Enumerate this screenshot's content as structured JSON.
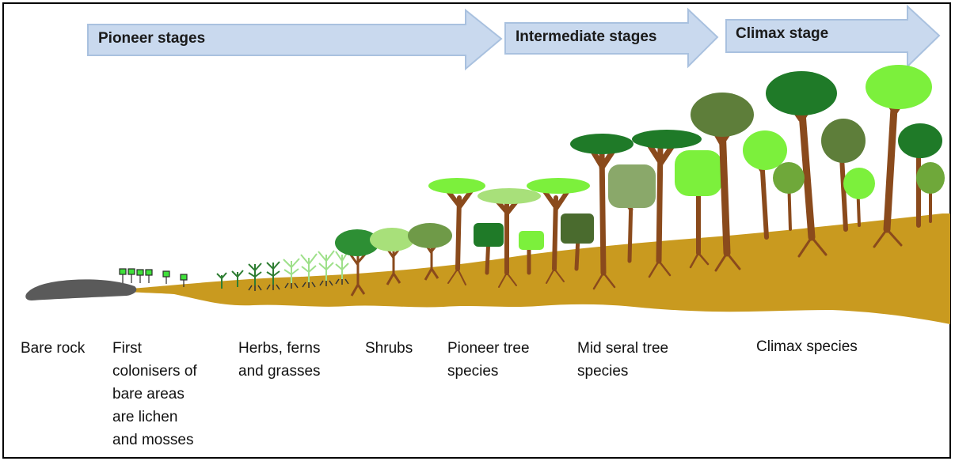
{
  "colors": {
    "arrow_fill": "#c9d9ee",
    "arrow_stroke": "#a9c1df",
    "ground": "#c99a1f",
    "rock": "#5a5a5a",
    "trunk": "#8a4a1c",
    "foliage_dark": "#1f7a28",
    "foliage_bright": "#7cf03c",
    "foliage_olive": "#5e7e3a",
    "foliage_pale": "#a8e07a"
  },
  "stages": {
    "pioneer": "Pioneer stages",
    "intermediate": "Intermediate stages",
    "climax": "Climax stage"
  },
  "captions": {
    "bare_rock": "Bare rock",
    "lichen": "First\ncolonisers of\nbare areas\nare lichen\nand mosses",
    "herbs": "Herbs, ferns\nand grasses",
    "shrubs": "Shrubs",
    "pioneer_trees": "Pioneer tree\nspecies",
    "mid_seral": "Mid seral tree\nspecies",
    "climax_species": "Climax species"
  }
}
